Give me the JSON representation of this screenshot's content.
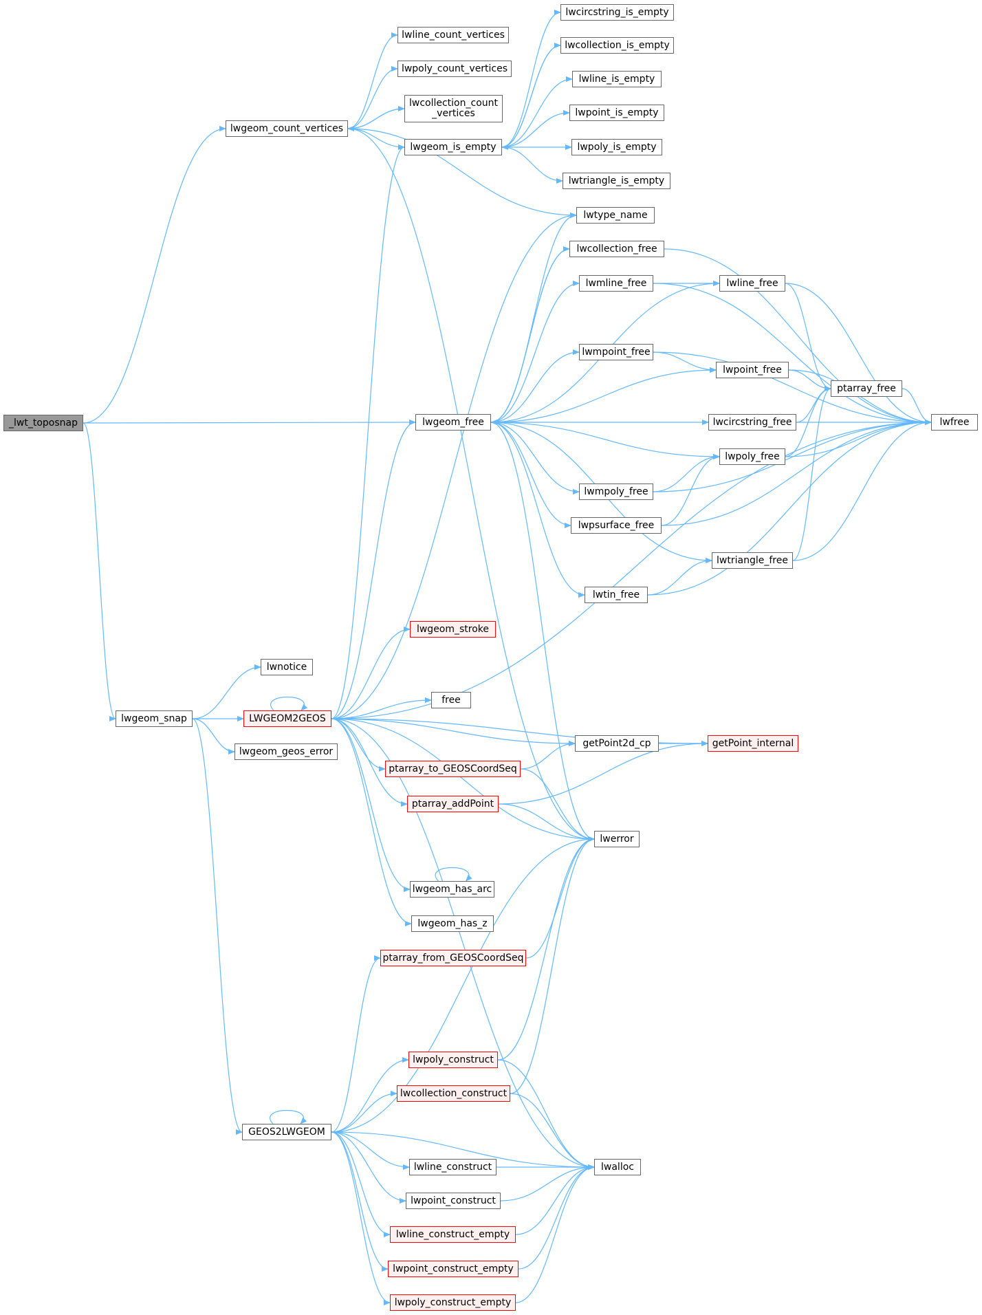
{
  "colors": {
    "edge": "#63b8ff",
    "node_border": "#666666",
    "truncated_border": "#ff0000",
    "truncated_fill": "#fff0f0",
    "root_fill": "#999999"
  },
  "nodes": {
    "lwt_toposnap": "_lwt_toposnap",
    "lwgeom_count_vertices": "lwgeom_count_vertices",
    "lwline_count_vertices": "lwline_count_vertices",
    "lwpoly_count_vertices": "lwpoly_count_vertices",
    "lwcollection_count_vertices": "lwcollection_count\n_vertices",
    "lwgeom_is_empty": "lwgeom_is_empty",
    "lwcircstring_is_empty": "lwcircstring_is_empty",
    "lwcollection_is_empty": "lwcollection_is_empty",
    "lwline_is_empty": "lwline_is_empty",
    "lwpoint_is_empty": "lwpoint_is_empty",
    "lwpoly_is_empty": "lwpoly_is_empty",
    "lwtriangle_is_empty": "lwtriangle_is_empty",
    "lwtype_name": "lwtype_name",
    "lwcollection_free": "lwcollection_free",
    "lwmline_free": "lwmline_free",
    "lwline_free": "lwline_free",
    "lwmpoint_free": "lwmpoint_free",
    "lwpoint_free": "lwpoint_free",
    "ptarray_free": "ptarray_free",
    "lwgeom_free": "lwgeom_free",
    "lwcircstring_free": "lwcircstring_free",
    "lwfree": "lwfree",
    "lwpoly_free": "lwpoly_free",
    "lwmpoly_free": "lwmpoly_free",
    "lwpsurface_free": "lwpsurface_free",
    "lwtriangle_free": "lwtriangle_free",
    "lwtin_free": "lwtin_free",
    "lwgeom_stroke": "lwgeom_stroke",
    "lwnotice": "lwnotice",
    "free": "free",
    "lwgeom_snap": "lwgeom_snap",
    "LWGEOM2GEOS": "LWGEOM2GEOS",
    "getPoint2d_cp": "getPoint2d_cp",
    "getPoint_internal": "getPoint_internal",
    "lwgeom_geos_error": "lwgeom_geos_error",
    "ptarray_to_GEOSCoordSeq": "ptarray_to_GEOSCoordSeq",
    "ptarray_addPoint": "ptarray_addPoint",
    "lwerror": "lwerror",
    "lwgeom_has_arc": "lwgeom_has_arc",
    "lwgeom_has_z": "lwgeom_has_z",
    "ptarray_from_GEOSCoordSeq": "ptarray_from_GEOSCoordSeq",
    "lwpoly_construct": "lwpoly_construct",
    "lwcollection_construct": "lwcollection_construct",
    "GEOS2LWGEOM": "GEOS2LWGEOM",
    "lwline_construct": "lwline_construct",
    "lwalloc": "lwalloc",
    "lwpoint_construct": "lwpoint_construct",
    "lwline_construct_empty": "lwline_construct_empty",
    "lwpoint_construct_empty": "lwpoint_construct_empty",
    "lwpoly_construct_empty": "lwpoly_construct_empty"
  },
  "truncated_nodes": [
    "lwgeom_stroke",
    "LWGEOM2GEOS",
    "getPoint_internal",
    "ptarray_to_GEOSCoordSeq",
    "ptarray_addPoint",
    "ptarray_from_GEOSCoordSeq",
    "lwpoly_construct",
    "lwcollection_construct",
    "lwline_construct_empty",
    "lwpoint_construct_empty",
    "lwpoly_construct_empty"
  ],
  "edges": [
    [
      "lwt_toposnap",
      "lwgeom_count_vertices"
    ],
    [
      "lwt_toposnap",
      "lwgeom_free"
    ],
    [
      "lwt_toposnap",
      "lwgeom_snap"
    ],
    [
      "lwgeom_count_vertices",
      "lwline_count_vertices"
    ],
    [
      "lwgeom_count_vertices",
      "lwpoly_count_vertices"
    ],
    [
      "lwgeom_count_vertices",
      "lwcollection_count_vertices"
    ],
    [
      "lwgeom_count_vertices",
      "lwgeom_is_empty"
    ],
    [
      "lwgeom_count_vertices",
      "lwtype_name"
    ],
    [
      "lwgeom_count_vertices",
      "lwerror"
    ],
    [
      "lwcollection_count_vertices",
      "lwgeom_count_vertices"
    ],
    [
      "lwgeom_is_empty",
      "lwcircstring_is_empty"
    ],
    [
      "lwgeom_is_empty",
      "lwcollection_is_empty"
    ],
    [
      "lwgeom_is_empty",
      "lwline_is_empty"
    ],
    [
      "lwgeom_is_empty",
      "lwpoint_is_empty"
    ],
    [
      "lwgeom_is_empty",
      "lwpoly_is_empty"
    ],
    [
      "lwgeom_is_empty",
      "lwtriangle_is_empty"
    ],
    [
      "lwcollection_is_empty",
      "lwgeom_is_empty"
    ],
    [
      "lwgeom_free",
      "lwcollection_free"
    ],
    [
      "lwgeom_free",
      "lwmline_free"
    ],
    [
      "lwgeom_free",
      "lwline_free"
    ],
    [
      "lwgeom_free",
      "lwmpoint_free"
    ],
    [
      "lwgeom_free",
      "lwpoint_free"
    ],
    [
      "lwgeom_free",
      "lwcircstring_free"
    ],
    [
      "lwgeom_free",
      "lwpoly_free"
    ],
    [
      "lwgeom_free",
      "lwmpoly_free"
    ],
    [
      "lwgeom_free",
      "lwpsurface_free"
    ],
    [
      "lwgeom_free",
      "lwtriangle_free"
    ],
    [
      "lwgeom_free",
      "lwtin_free"
    ],
    [
      "lwgeom_free",
      "lwtype_name"
    ],
    [
      "lwgeom_free",
      "lwerror"
    ],
    [
      "lwcollection_free",
      "lwgeom_free"
    ],
    [
      "lwcollection_free",
      "lwfree"
    ],
    [
      "lwmline_free",
      "lwline_free"
    ],
    [
      "lwmline_free",
      "lwfree"
    ],
    [
      "lwline_free",
      "ptarray_free"
    ],
    [
      "lwline_free",
      "lwfree"
    ],
    [
      "lwmpoint_free",
      "lwpoint_free"
    ],
    [
      "lwmpoint_free",
      "lwfree"
    ],
    [
      "lwpoint_free",
      "ptarray_free"
    ],
    [
      "lwpoint_free",
      "lwfree"
    ],
    [
      "ptarray_free",
      "lwfree"
    ],
    [
      "lwcircstring_free",
      "ptarray_free"
    ],
    [
      "lwcircstring_free",
      "lwfree"
    ],
    [
      "lwpoly_free",
      "ptarray_free"
    ],
    [
      "lwpoly_free",
      "lwfree"
    ],
    [
      "lwmpoly_free",
      "lwpoly_free"
    ],
    [
      "lwmpoly_free",
      "lwfree"
    ],
    [
      "lwpsurface_free",
      "lwpoly_free"
    ],
    [
      "lwpsurface_free",
      "lwfree"
    ],
    [
      "lwtriangle_free",
      "ptarray_free"
    ],
    [
      "lwtriangle_free",
      "lwfree"
    ],
    [
      "lwtin_free",
      "lwtriangle_free"
    ],
    [
      "lwtin_free",
      "lwfree"
    ],
    [
      "lwgeom_snap",
      "lwnotice"
    ],
    [
      "lwgeom_snap",
      "LWGEOM2GEOS"
    ],
    [
      "lwgeom_snap",
      "lwgeom_geos_error"
    ],
    [
      "lwgeom_snap",
      "GEOS2LWGEOM"
    ],
    [
      "LWGEOM2GEOS",
      "LWGEOM2GEOS"
    ],
    [
      "LWGEOM2GEOS",
      "lwgeom_is_empty"
    ],
    [
      "LWGEOM2GEOS",
      "lwtype_name"
    ],
    [
      "LWGEOM2GEOS",
      "lwgeom_free"
    ],
    [
      "LWGEOM2GEOS",
      "lwfree"
    ],
    [
      "LWGEOM2GEOS",
      "lwgeom_stroke"
    ],
    [
      "LWGEOM2GEOS",
      "free"
    ],
    [
      "LWGEOM2GEOS",
      "getPoint_internal"
    ],
    [
      "LWGEOM2GEOS",
      "getPoint2d_cp"
    ],
    [
      "LWGEOM2GEOS",
      "ptarray_to_GEOSCoordSeq"
    ],
    [
      "LWGEOM2GEOS",
      "ptarray_addPoint"
    ],
    [
      "LWGEOM2GEOS",
      "lwerror"
    ],
    [
      "LWGEOM2GEOS",
      "lwgeom_has_arc"
    ],
    [
      "LWGEOM2GEOS",
      "lwgeom_has_z"
    ],
    [
      "LWGEOM2GEOS",
      "lwalloc"
    ],
    [
      "getPoint2d_cp",
      "getPoint_internal"
    ],
    [
      "ptarray_to_GEOSCoordSeq",
      "getPoint2d_cp"
    ],
    [
      "ptarray_to_GEOSCoordSeq",
      "lwerror"
    ],
    [
      "ptarray_addPoint",
      "getPoint_internal"
    ],
    [
      "ptarray_addPoint",
      "lwerror"
    ],
    [
      "lwgeom_has_arc",
      "lwgeom_has_arc"
    ],
    [
      "ptarray_from_GEOSCoordSeq",
      "lwerror"
    ],
    [
      "lwpoly_construct",
      "lwerror"
    ],
    [
      "lwpoly_construct",
      "lwalloc"
    ],
    [
      "lwcollection_construct",
      "lwerror"
    ],
    [
      "lwcollection_construct",
      "lwalloc"
    ],
    [
      "GEOS2LWGEOM",
      "GEOS2LWGEOM"
    ],
    [
      "GEOS2LWGEOM",
      "ptarray_from_GEOSCoordSeq"
    ],
    [
      "GEOS2LWGEOM",
      "lwerror"
    ],
    [
      "GEOS2LWGEOM",
      "lwpoly_construct"
    ],
    [
      "GEOS2LWGEOM",
      "lwcollection_construct"
    ],
    [
      "GEOS2LWGEOM",
      "lwalloc"
    ],
    [
      "GEOS2LWGEOM",
      "lwline_construct"
    ],
    [
      "GEOS2LWGEOM",
      "lwpoint_construct"
    ],
    [
      "GEOS2LWGEOM",
      "lwline_construct_empty"
    ],
    [
      "GEOS2LWGEOM",
      "lwpoint_construct_empty"
    ],
    [
      "GEOS2LWGEOM",
      "lwpoly_construct_empty"
    ],
    [
      "lwline_construct",
      "lwalloc"
    ],
    [
      "lwpoint_construct",
      "lwalloc"
    ],
    [
      "lwline_construct_empty",
      "lwalloc"
    ],
    [
      "lwpoint_construct_empty",
      "lwalloc"
    ],
    [
      "lwpoly_construct_empty",
      "lwalloc"
    ]
  ]
}
